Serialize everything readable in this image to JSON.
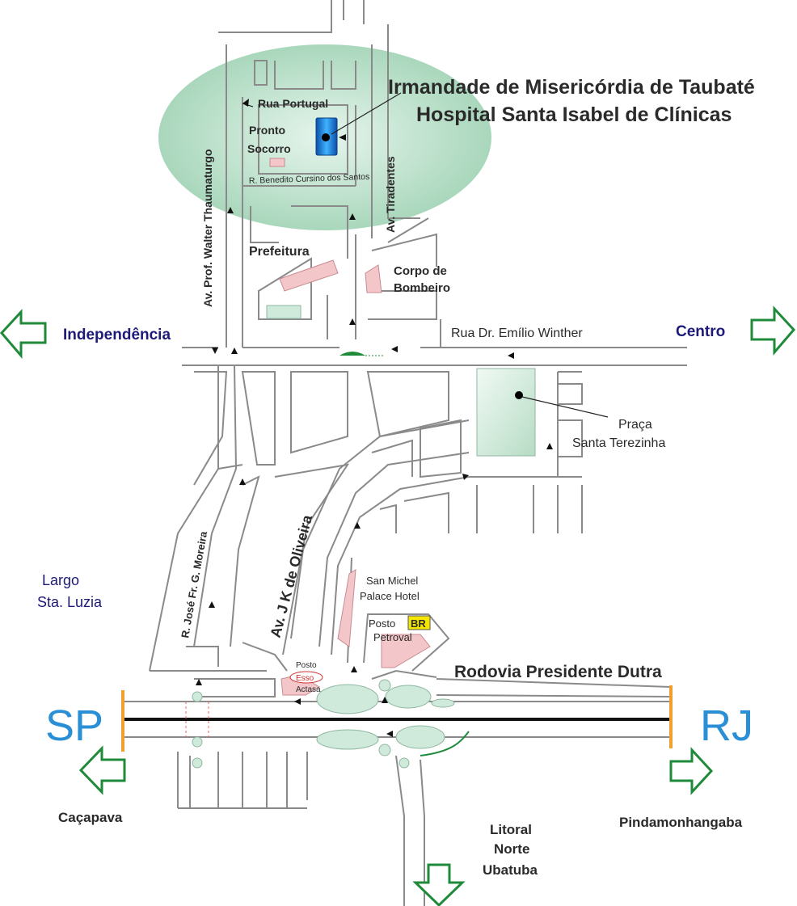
{
  "hospital": {
    "line1": "Irmandade de Misericórdia de Taubaté",
    "line2": "Hospital Santa Isabel de Clínicas"
  },
  "streets": {
    "rua_portugal": "Rua Portugal",
    "pronto1": "Pronto",
    "pronto2": "Socorro",
    "benedito": "R. Benedito Cursino dos Santos",
    "walter": "Av. Prof. Walter Thaumaturgo",
    "tiradentes": "Av. Tiradentes",
    "prefeitura": "Prefeitura",
    "corpo1": "Corpo de",
    "corpo2": "Bombeiro",
    "emilio": "Rua Dr. Emílio Winther",
    "praca1": "Praça",
    "praca2": "Santa Terezinha",
    "jose": "R. José Fr. G. Moreira",
    "jk": "Av. J K de Oliveira",
    "hotel1": "San Michel",
    "hotel2": "Palace Hotel",
    "posto_br": "Posto",
    "br": "BR",
    "petroval": "Petroval",
    "posto_esso": "Posto",
    "esso": "Esso",
    "actasa": "Actasa",
    "dutra": "Rodovia Presidente Dutra"
  },
  "directions": {
    "independencia": "Independência",
    "centro": "Centro",
    "largo1": "Largo",
    "largo2": "Sta. Luzia",
    "sp": "SP",
    "rj": "RJ",
    "cacapava": "Caçapava",
    "pinda": "Pindamonhangaba",
    "litoral1": "Litoral",
    "litoral2": "Norte",
    "litoral3": "Ubatuba"
  },
  "colors": {
    "arrow_green": "#1f8a3a",
    "highway_blue": "#2b8fd6",
    "direction_blue": "#1e1a78",
    "hospital_marker": "#1a7fd4"
  }
}
